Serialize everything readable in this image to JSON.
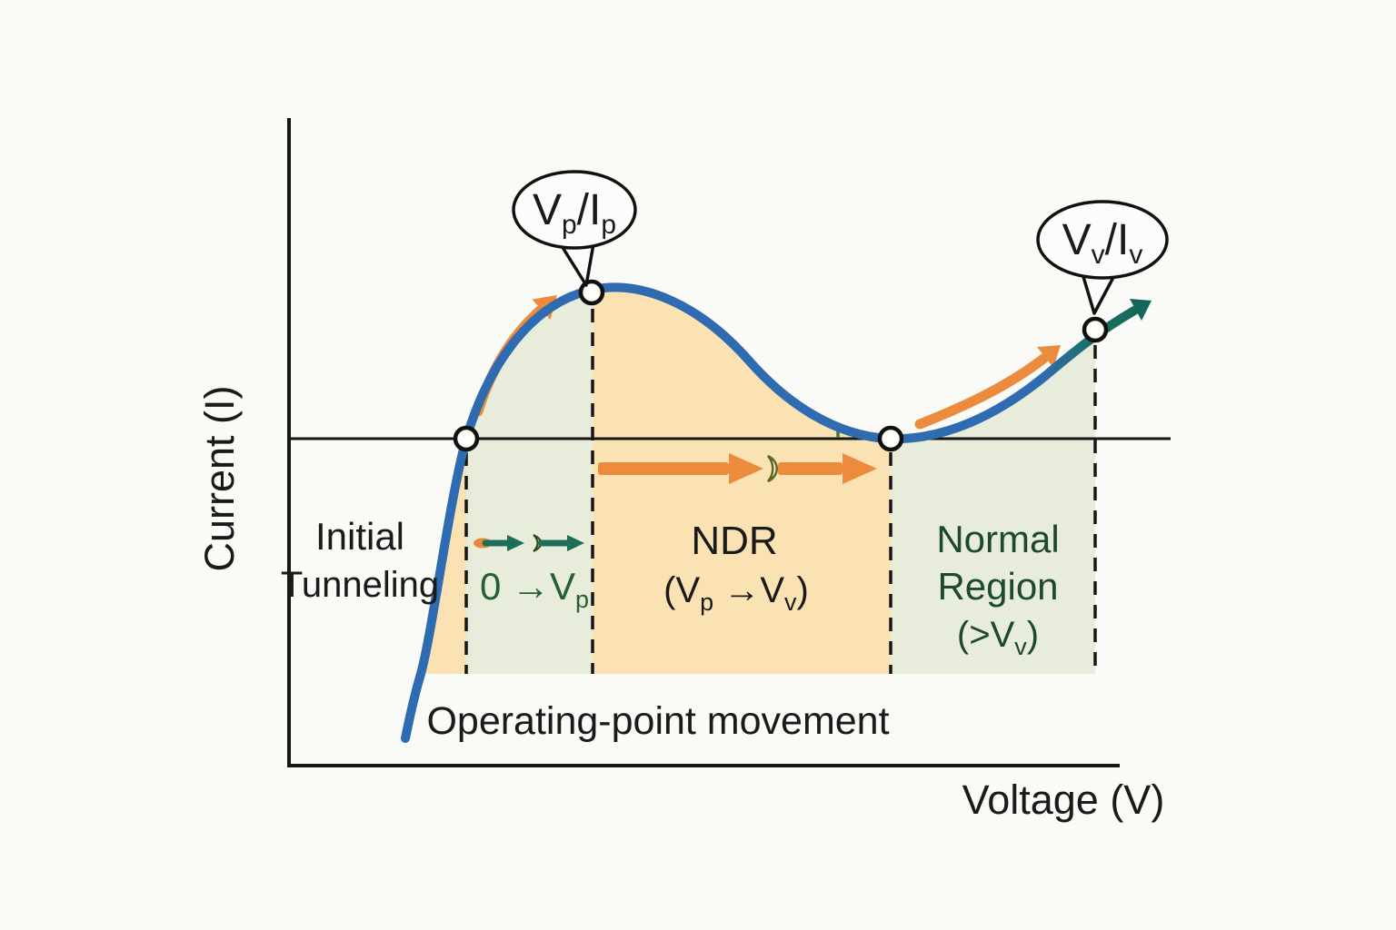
{
  "colors": {
    "background": "#fafaf7",
    "curve_blue": "#2e6bb0",
    "curve_teal": "#1a7061",
    "teal_arrowhead": "#14655a",
    "arrow_orange": "#ec8a3e",
    "fill_orange": "#fbe2b2",
    "fill_green": "#e8ecdb",
    "text_green_ramp": "#256033",
    "text_green_dark": "#1d4a2b",
    "ink": "#161616"
  },
  "axes": {
    "y_label": "Current (I)",
    "x_label": "Voltage (V)"
  },
  "caption": "Operating-point movement",
  "bubbles": {
    "peak": {
      "parts": [
        "V",
        "p",
        "/I",
        "p"
      ]
    },
    "valley": {
      "parts": [
        "V",
        "v",
        "/I",
        "v"
      ]
    }
  },
  "regions": {
    "initial": {
      "line1": "Initial",
      "line2": "Tunneling"
    },
    "ramp": {
      "parts": [
        "0 →V",
        "p"
      ]
    },
    "ndr": {
      "title": "NDR",
      "formula_parts": [
        "(V",
        "p",
        " →V",
        "v",
        ")"
      ]
    },
    "normal": {
      "line1": "Normal",
      "line2": "Region",
      "formula_parts": [
        "(>V",
        "v",
        ")"
      ]
    }
  }
}
